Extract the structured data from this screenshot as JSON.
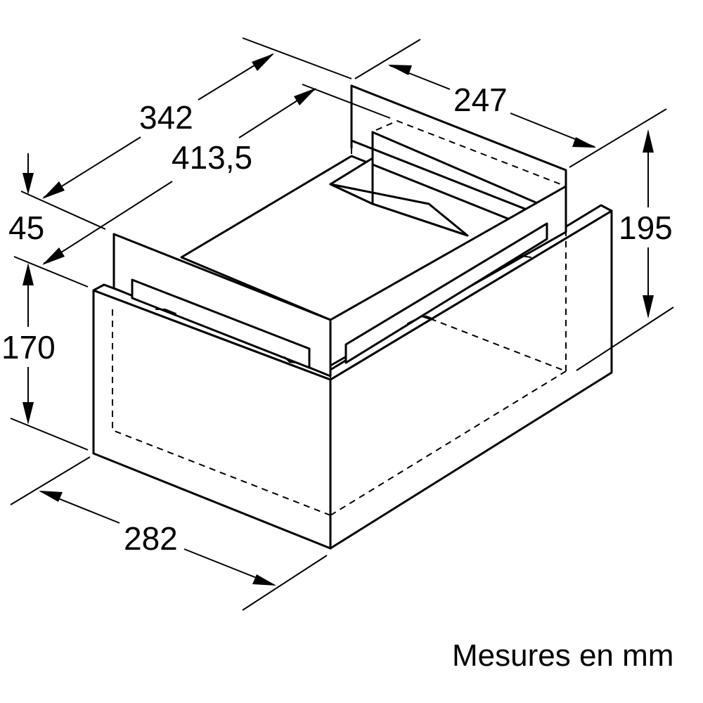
{
  "dimensions": {
    "top_depth": "342",
    "inner_depth": "413,5",
    "top_width": "247",
    "height_right": "195",
    "offset_left": "45",
    "height_left": "170",
    "bottom_width": "282"
  },
  "note": "Mesures en mm",
  "colors": {
    "stroke": "#000000",
    "background": "#ffffff"
  }
}
